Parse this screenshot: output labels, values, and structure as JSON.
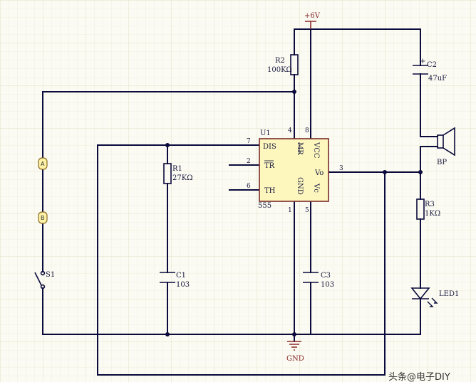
{
  "power": {
    "vcc": "+6V",
    "gnd": "GND"
  },
  "ic": {
    "ref": "U1",
    "part": "555",
    "pins": {
      "dis": "DIS",
      "tr": "TR",
      "th": "TH",
      "mr": "MR",
      "vcc": "VCC",
      "gnd": "GND",
      "vc": "Vc",
      "vo": "Vo"
    },
    "pin_numbers": {
      "dis": "7",
      "tr": "2",
      "th": "6",
      "mr": "4",
      "vcc": "8",
      "gnd": "1",
      "vc": "5",
      "vo": "3"
    }
  },
  "components": {
    "r1": {
      "ref": "R1",
      "value": "27KΩ"
    },
    "r2": {
      "ref": "R2",
      "value": "100KΩ"
    },
    "r3": {
      "ref": "R3",
      "value": "1KΩ"
    },
    "c1": {
      "ref": "C1",
      "value": "103"
    },
    "c2": {
      "ref": "C2",
      "value": "47uF",
      "polarity": "+"
    },
    "c3": {
      "ref": "C3",
      "value": "103"
    },
    "s1": {
      "ref": "S1"
    },
    "bp": {
      "ref": "BP"
    },
    "led": {
      "ref": "LED1"
    }
  },
  "connectors": {
    "a": "A",
    "b": "B"
  },
  "watermark": "头条@电子DIY"
}
